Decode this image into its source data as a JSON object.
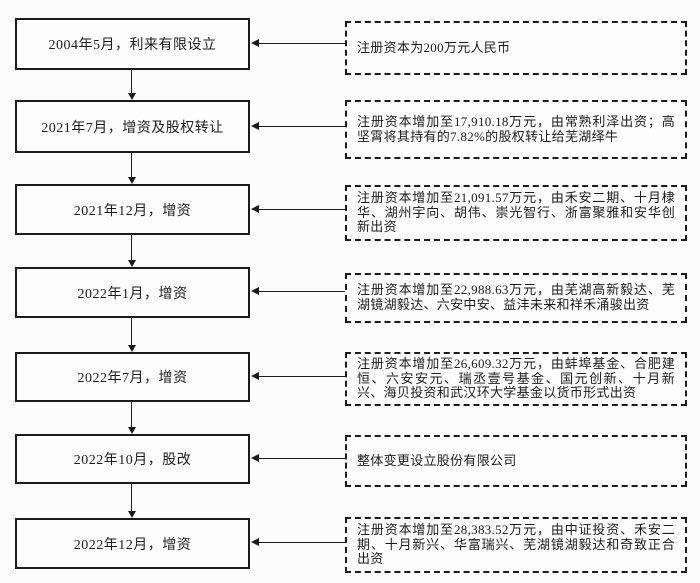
{
  "colors": {
    "background": "#fcfcfc",
    "box_border": "#1b1b1b",
    "text": "#1c1c1c"
  },
  "diagram": {
    "type": "flowchart-timeline",
    "rows": [
      {
        "event": "2004年5月，利来有限设立",
        "detail": "注册资本为200万元人民币"
      },
      {
        "event": "2021年7月，增资及股权转让",
        "detail": "注册资本增加至17,910.18万元，由常熟利泽出资；高坚霄将其持有的7.82%的股权转让给芜湖绎牛"
      },
      {
        "event": "2021年12月，增资",
        "detail": "注册资本增加至21,091.57万元，由禾安二期、十月棣华、湖州宇向、胡伟、崇光智行、浙富聚雅和安华创新出资"
      },
      {
        "event": "2022年1月，增资",
        "detail": "注册资本增加至22,988.63万元，由芜湖高新毅达、芜湖镜湖毅达、六安中安、益沣未来和祥禾涌骏出资"
      },
      {
        "event": "2022年7月，增资",
        "detail": "注册资本增加至26,609.32万元，由蚌埠基金、合肥建恒、六安安元、瑞丞壹号基金、国元创新、十月新兴、海贝投资和武汉环大学基金以货币形式出资"
      },
      {
        "event": "2022年10月，股改",
        "detail": "整体变更设立股份有限公司"
      },
      {
        "event": "2022年12月，增资",
        "detail": "注册资本增加至28,383.52万元，由中证投资、禾安二期、十月新兴、华富瑞兴、芜湖镜湖毅达和奇致正合出资"
      }
    ]
  }
}
